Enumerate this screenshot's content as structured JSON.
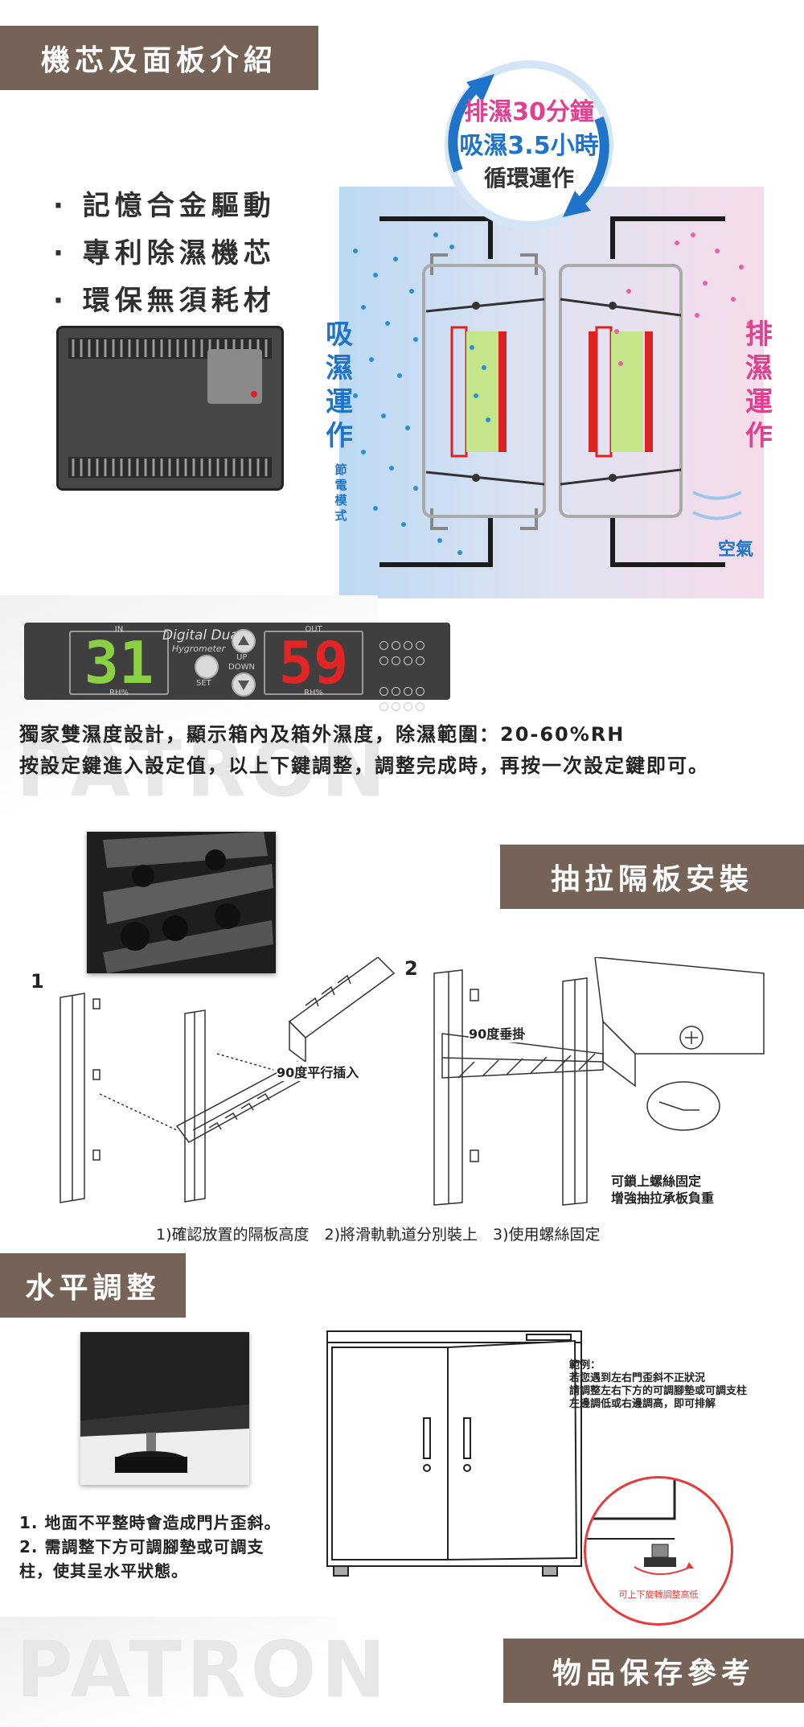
{
  "section1": {
    "title": "機芯及面板介紹",
    "features": [
      "· 記憶合金驅動",
      "· 專利除濕機芯",
      "· 環保無須耗材"
    ],
    "cycle": {
      "line1": "排濕30分鐘",
      "line2": "吸濕3.5小時",
      "line3": "循環運作"
    },
    "absorb_label": "吸濕運作",
    "absorb_chars": [
      "吸",
      "濕",
      "運",
      "作"
    ],
    "saving_chars": [
      "節",
      "電",
      "模",
      "式"
    ],
    "saving_label": "節電模式",
    "exhaust_label": "排濕運作",
    "exhaust_chars": [
      "排",
      "濕",
      "運",
      "作"
    ],
    "air_label": "空氣",
    "colors": {
      "brand": "#766357",
      "blue": "#1f7fd0",
      "pink": "#e64b9a"
    }
  },
  "panel": {
    "in_label": "IN",
    "in_value": "31",
    "in_unit": "RH%",
    "brand_line1": "Digital Dual",
    "brand_line2": "Hygrometer",
    "set_label": "SET",
    "up_label": "UP",
    "down_label": "DOWN",
    "out_label": "OUT",
    "out_value": "59",
    "out_unit": "RH%"
  },
  "description": {
    "line1": "獨家雙濕度設計，顯示箱內及箱外濕度，除濕範圍：20-60%RH",
    "line2": "按設定鍵進入設定值，以上下鍵調整，調整完成時，再按一次設定鍵即可。"
  },
  "watermark": "PATRON",
  "section2": {
    "title": "抽拉隔板安裝",
    "step1_num": "1",
    "step2_num": "2",
    "insert_label": "90度平行插入",
    "hang_label": "90度垂掛",
    "screw_line1": "可鎖上螺絲固定",
    "screw_line2": "增強抽拉承板負重",
    "caption": "1)確認放置的隔板高度　2)將滑軌軌道分別裝上　3)使用螺絲固定"
  },
  "section3": {
    "title": "水平調整",
    "note_line1": "1. 地面不平整時會造成門片歪斜。",
    "note_line2": "2. 需調整下方可調腳墊或可調支",
    "note_line3": "柱，使其呈水平狀態。",
    "example_title": "範例：",
    "example_line1": "若您遇到左右門歪斜不正狀況",
    "example_line2": "請調整左右下方的可調腳墊或可調支柱",
    "example_line3": "左邊調低或右邊調高，即可排解",
    "circle_caption": "可上下旋轉調整高低"
  },
  "section4": {
    "title": "物品保存參考"
  }
}
